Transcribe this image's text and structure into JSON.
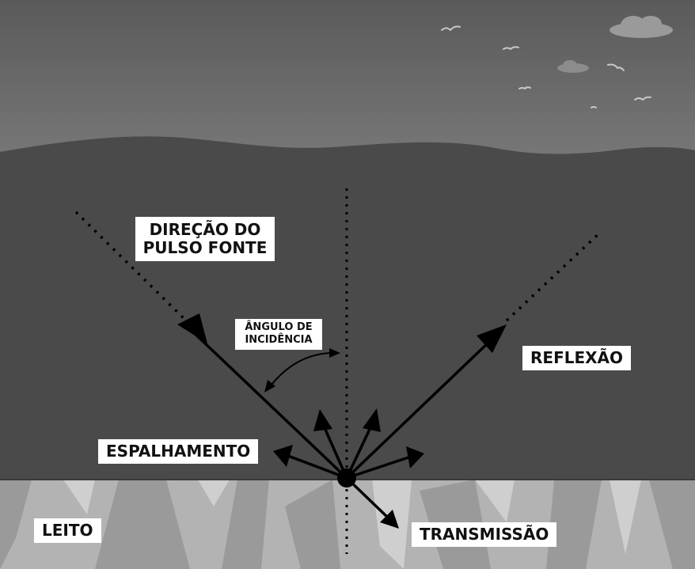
{
  "labels": {
    "source_line1": "DIREÇÃO DO",
    "source_line2": "PULSO FONTE",
    "angle_line1": "ÂNGULO DE",
    "angle_line2": "INCIDÊNCIA",
    "reflection": "REFLEXÃO",
    "scattering": "ESPALHAMENTO",
    "bed": "LEITO",
    "transmission": "TRANSMISSÃO"
  },
  "colors": {
    "sky": "#6a6a6a",
    "water": "#4a4a4a",
    "seabed": "#b5b5b5",
    "arrow": "#000000",
    "label_bg": "#ffffff"
  }
}
